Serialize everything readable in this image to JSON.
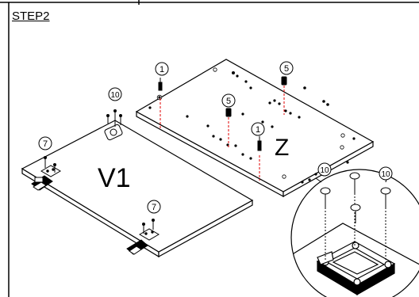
{
  "step_title": "STEP2",
  "labels": {
    "board_v1": "V1",
    "board_z": "Z"
  },
  "callouts": {
    "part_1a": "1",
    "part_1b": "1",
    "part_5a": "5",
    "part_5b": "5",
    "part_10a": "10",
    "part_10b": "10",
    "part_10c": "10",
    "part_7a": "7",
    "part_7b": "7"
  },
  "colors": {
    "line": "#000000",
    "dash": "#e00000",
    "background": "#ffffff"
  }
}
